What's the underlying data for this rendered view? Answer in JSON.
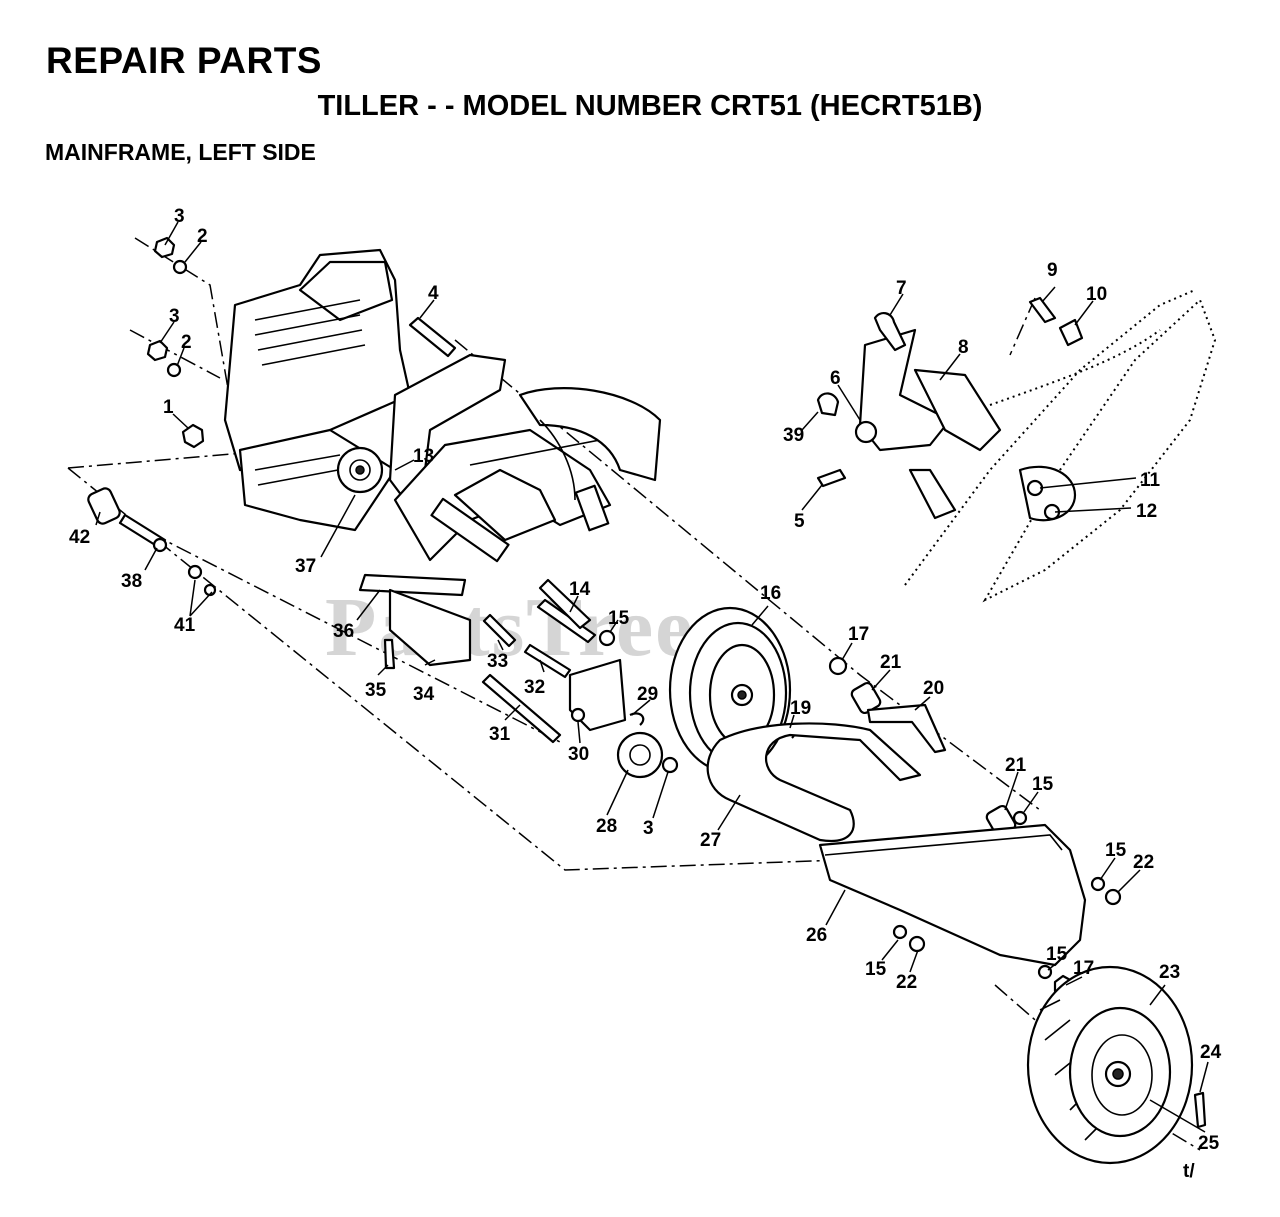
{
  "header": {
    "title": "REPAIR PARTS",
    "subtitle": "TILLER - - MODEL NUMBER CRT51 (HECRT51B)",
    "section": "MAINFRAME, LEFT SIDE"
  },
  "watermark": "PartsTree",
  "callouts": [
    "1",
    "2",
    "3",
    "4",
    "5",
    "6",
    "7",
    "8",
    "9",
    "10",
    "11",
    "12",
    "13",
    "14",
    "15",
    "16",
    "17",
    "19",
    "20",
    "21",
    "22",
    "23",
    "24",
    "25",
    "26",
    "27",
    "28",
    "29",
    "30",
    "31",
    "32",
    "33",
    "34",
    "35",
    "36",
    "37",
    "38",
    "39",
    "41",
    "42"
  ],
  "misc_mark": "t/"
}
